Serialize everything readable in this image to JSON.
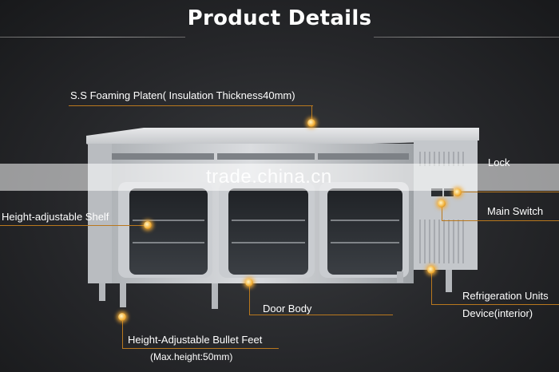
{
  "title": "Product Details",
  "watermark": "trade.china.cn",
  "callouts": {
    "platen": "S.S Foaming Platen( Insulation Thickness40mm)",
    "lock": "Lock",
    "shelf": "Height-adjustable Shelf",
    "main_switch": "Main Switch",
    "refrigeration_line1": "Refrigeration Units",
    "refrigeration_line2": "Device(interior)",
    "door": "Door Body",
    "feet_line1": "Height-Adjustable Bullet Feet",
    "feet_line2": "(Max.height:50mm)"
  },
  "colors": {
    "accent": "#b9781e",
    "background": "#1e1f21",
    "text": "#ffffff"
  },
  "image": {
    "subject": "stainless-steel-under-counter-refrigerator"
  }
}
